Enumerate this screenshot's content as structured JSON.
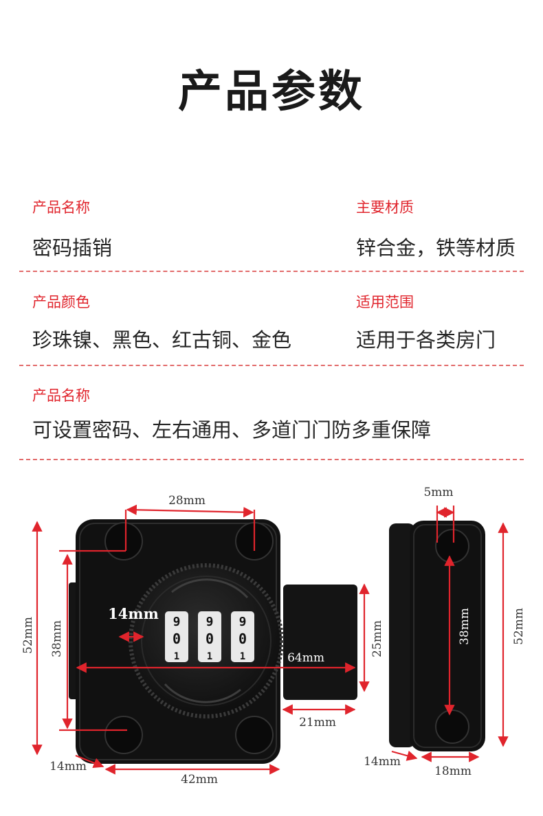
{
  "title": "产品参数",
  "params": {
    "name_label": "产品名称",
    "name_value": "密码插销",
    "material_label": "主要材质",
    "material_value": "锌合金，铁等材质",
    "color_label": "产品颜色",
    "color_value": "珍珠镍、黑色、红古铜、金色",
    "scope_label": "适用范围",
    "scope_value": "适用于各类房门",
    "feature_label": "产品名称",
    "feature_value": "可设置密码、左右通用、多道门门防多重保障"
  },
  "dimensions": {
    "top_width": "28mm",
    "knob": "14mm",
    "total_height": "52mm",
    "hole_spacing": "38mm",
    "length": "64mm",
    "bolt_height": "25mm",
    "bolt_extend": "21mm",
    "edge": "14mm",
    "bottom_width": "42mm",
    "side_top": "5mm",
    "side_spacing": "38mm",
    "side_height": "52mm",
    "side_edge": "14mm",
    "side_width": "18mm"
  },
  "dial_digits": {
    "top": "9",
    "mid": "0",
    "bottom": "1"
  },
  "colors": {
    "accent": "#e0242c",
    "divider": "#e26a6a",
    "body": "#111111"
  }
}
